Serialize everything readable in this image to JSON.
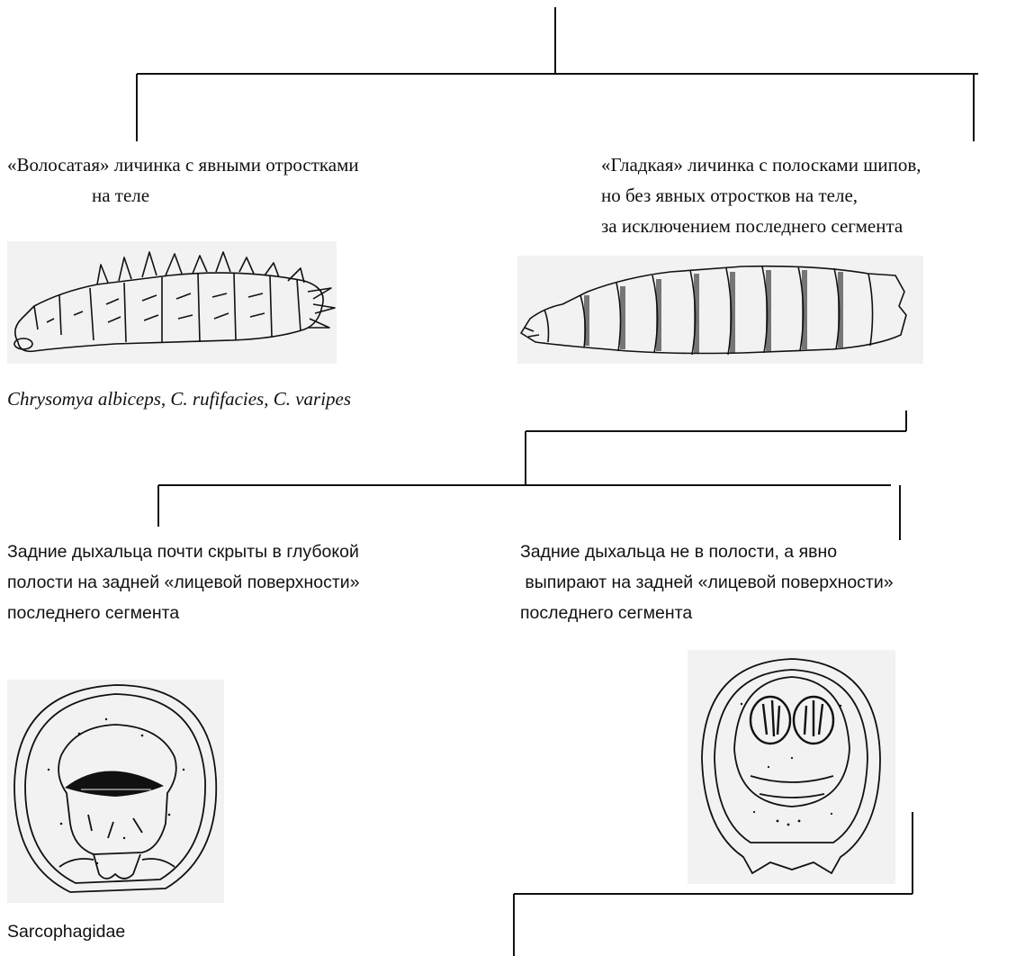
{
  "nodes": {
    "hairy": {
      "lines": [
        "«Волосатая» личинка с явными отростками",
        "на теле"
      ],
      "taxon": "Chrysomya albiceps, C. rufifacies, C. varipes"
    },
    "smooth": {
      "lines": [
        "«Гладкая» личинка с полосками шипов,",
        "но без явных отростков на теле,",
        "за исключением последнего сегмента"
      ]
    },
    "hidden_spiracles": {
      "lines": [
        "Задние дыхальца почти скрыты в глубокой",
        "полости на задней «лицевой поверхности»",
        "последнего сегмента"
      ],
      "taxon": "Sarcophagidae"
    },
    "exposed_spiracles": {
      "lines": [
        "Задние дыхальца не в полости, а явно",
        " выпирают на задней «лицевой поверхности»",
        "последнего сегмента"
      ]
    }
  },
  "colors": {
    "line": "#111111",
    "figure_background": "#f2f2f2"
  }
}
